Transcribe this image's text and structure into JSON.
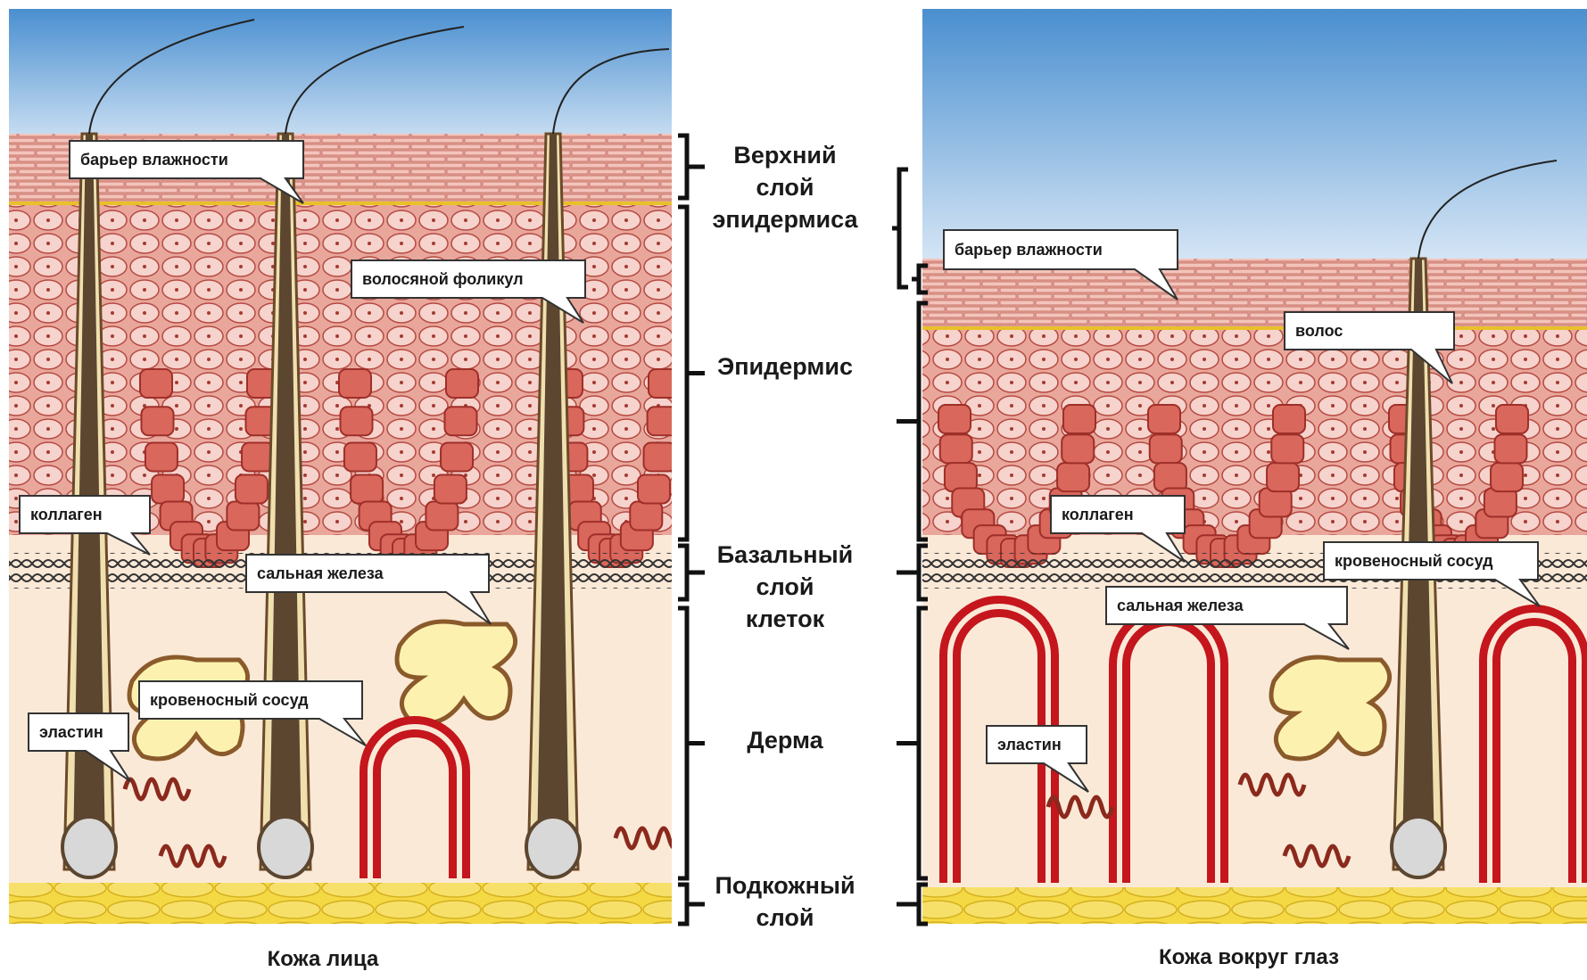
{
  "left_panel": {
    "caption": "Кожа лица",
    "callouts": {
      "moisture_barrier": "барьер влажности",
      "hair_follicle": "волосяной фоликул",
      "collagen": "коллаген",
      "sebaceous_gland": "сальная железа",
      "blood_vessel": "кровеносный сосуд",
      "elastin": "эластин"
    }
  },
  "right_panel": {
    "caption": "Кожа вокруг глаз",
    "callouts": {
      "moisture_barrier": "барьер влажности",
      "hair": "волос",
      "collagen": "коллаген",
      "blood_vessel": "кровеносный сосуд",
      "sebaceous_gland": "сальная железа",
      "elastin": "эластин"
    }
  },
  "layers": {
    "upper_epidermis": [
      "Верхний",
      "слой",
      "эпидермиса"
    ],
    "epidermis": [
      "Эпидермис"
    ],
    "basal": [
      "Базальный",
      "слой",
      "клеток"
    ],
    "dermis": [
      "Дерма"
    ],
    "subcutaneous": [
      "Подкожный",
      "слой"
    ]
  },
  "colors": {
    "sky_top": "#4a8fd0",
    "sky_bottom": "#e8f1fa",
    "cell_fill": "#f2c9c2",
    "cell_border": "#b54a42",
    "basal_cell": "#d9675c",
    "dermis": "#fbe9d8",
    "fat": "#f2d23a",
    "vessel": "#c4161c",
    "hair": "#5c4630",
    "gland": "#fdf1b0",
    "gland_border": "#8a5a2b"
  }
}
